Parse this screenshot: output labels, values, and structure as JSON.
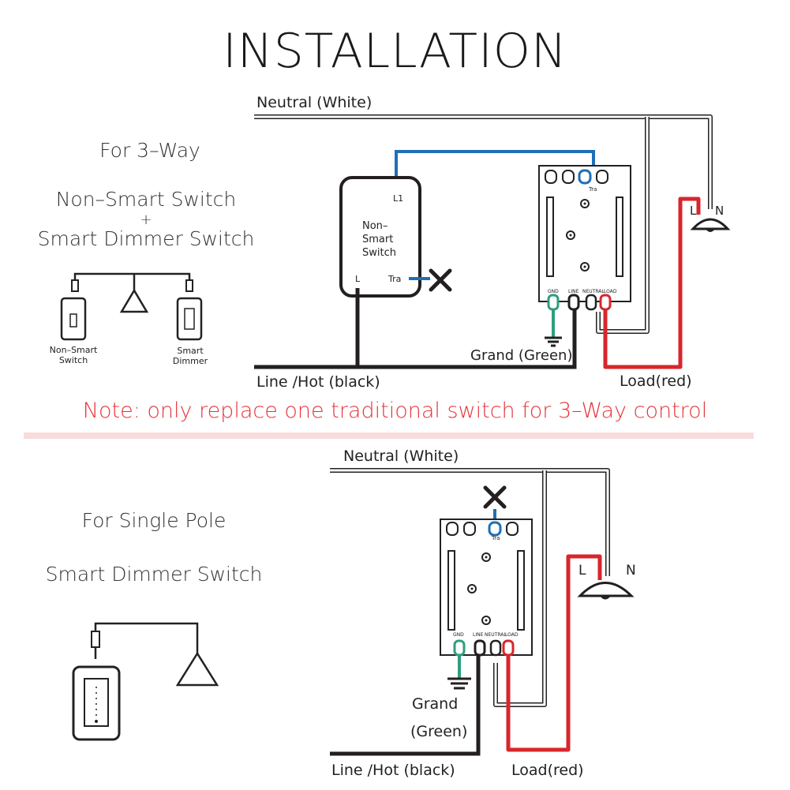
{
  "title": "INSTALLATION",
  "three_way": {
    "heading": "For 3–Way",
    "line1": "Non–Smart Switch",
    "plus": "+",
    "line2": "Smart Dimmer Switch",
    "icon_left_label_1": "Non–Smart",
    "icon_left_label_2": "Switch",
    "icon_right_label_1": "Smart",
    "icon_right_label_2": "Dimmer",
    "neutral_label": "Neutral  (White)",
    "line_label": "Line /Hot  (black)",
    "ground_label": "Grand  (Green)",
    "load_label": "Load(red)",
    "nonsmart_box_1": "Non–",
    "nonsmart_box_2": "Smart",
    "nonsmart_box_3": "Switch",
    "terminal_l1": "L1",
    "terminal_l": "L",
    "terminal_tra": "Tra",
    "lamp_l": "L",
    "lamp_n": "N"
  },
  "note": "Note: only replace one traditional switch for 3–Way control",
  "single_pole": {
    "heading": "For Single Pole",
    "line1": "Smart Dimmer Switch",
    "neutral_label": "Neutral  (White)",
    "line_label": "Line /Hot  (black)",
    "ground_label_1": "Grand",
    "ground_label_2": "(Green)",
    "load_label": "Load(red)",
    "lamp_l": "L",
    "lamp_n": "N"
  },
  "dimmer_terminals": {
    "tra": "Tra",
    "gnd": "GND",
    "line": "LINE",
    "neutral": "NEUTRAL",
    "load": "LOAD"
  },
  "colors": {
    "neutral_wire": "#ffffff",
    "line_wire": "#231f20",
    "ground_wire": "#2e9e7e",
    "load_wire": "#d7262c",
    "traveler_wire": "#1f6fb5",
    "note_text": "#e6343a",
    "divider": "#f8dcdc"
  }
}
